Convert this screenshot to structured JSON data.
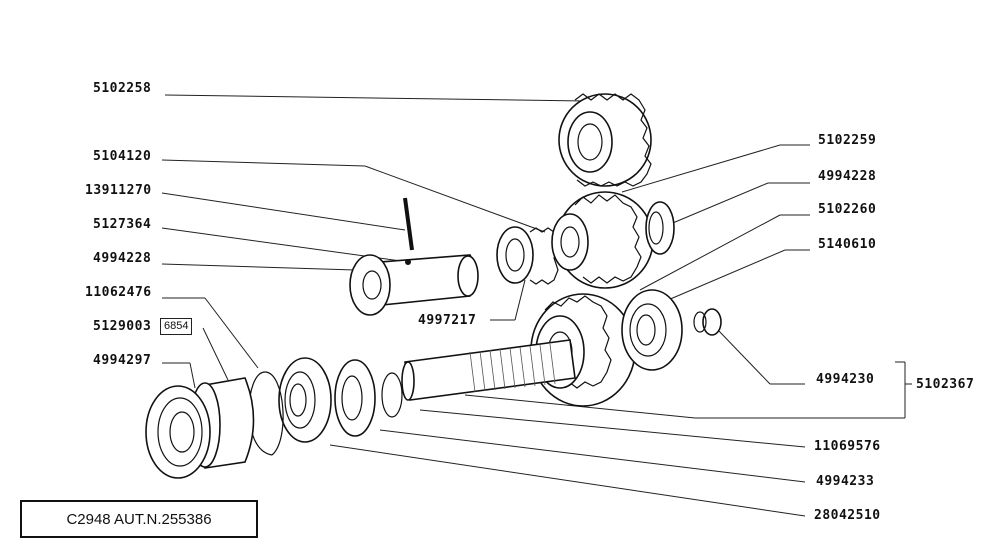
{
  "diagram": {
    "labels": [
      {
        "id": "5102258",
        "text": "5102258"
      },
      {
        "id": "5104120",
        "text": "5104120"
      },
      {
        "id": "13911270",
        "text": "13911270"
      },
      {
        "id": "5127364",
        "text": "5127364"
      },
      {
        "id": "4994228-left",
        "text": "4994228"
      },
      {
        "id": "11062476",
        "text": "11062476"
      },
      {
        "id": "5129003",
        "text": "5129003"
      },
      {
        "id": "4994297",
        "text": "4994297"
      },
      {
        "id": "4997217",
        "text": "4997217"
      },
      {
        "id": "5102259",
        "text": "5102259"
      },
      {
        "id": "4994228-right",
        "text": "4994228"
      },
      {
        "id": "5102260",
        "text": "5102260"
      },
      {
        "id": "5140610",
        "text": "5140610"
      },
      {
        "id": "4994230",
        "text": "4994230"
      },
      {
        "id": "5102367",
        "text": "5102367"
      },
      {
        "id": "11069576",
        "text": "11069576"
      },
      {
        "id": "4994233",
        "text": "4994233"
      },
      {
        "id": "28042510",
        "text": "28042510"
      }
    ],
    "boxed_label": "6854",
    "stamp": "C2948 AUT.N.255386"
  }
}
